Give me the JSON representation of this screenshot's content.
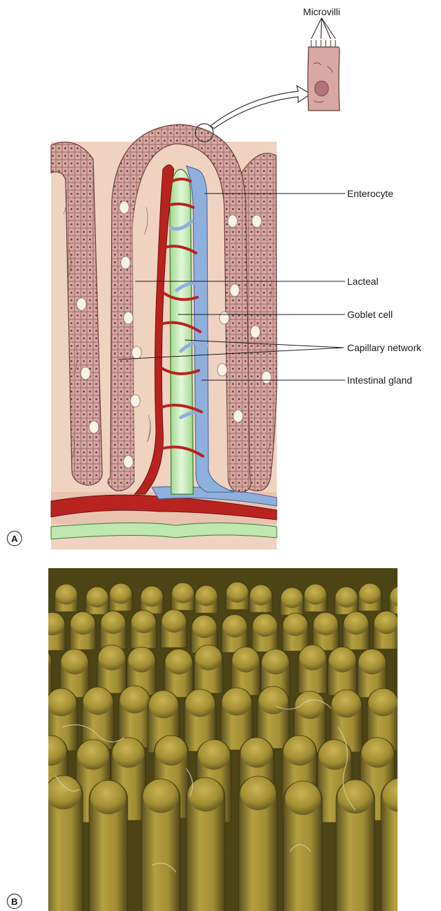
{
  "panel_a": {
    "letter": "A",
    "labels": {
      "microvilli": "Microvilli",
      "enterocyte": "Enterocyte",
      "lacteal": "Lacteal",
      "goblet_cell": "Goblet cell",
      "capillary_network": "Capillary network",
      "intestinal_gland": "Intestinal gland"
    }
  },
  "panel_b": {
    "letter": "B"
  },
  "colors": {
    "connective_tissue": "#efd3c0",
    "epithelium": "#d8a8a3",
    "goblet": "#f7f2e6",
    "artery": "#b8231f",
    "vein": "#8fb0dc",
    "lacteal": "#bfe7b0",
    "sem_bg": "#4d4416",
    "sem_villus": "#a99538"
  }
}
